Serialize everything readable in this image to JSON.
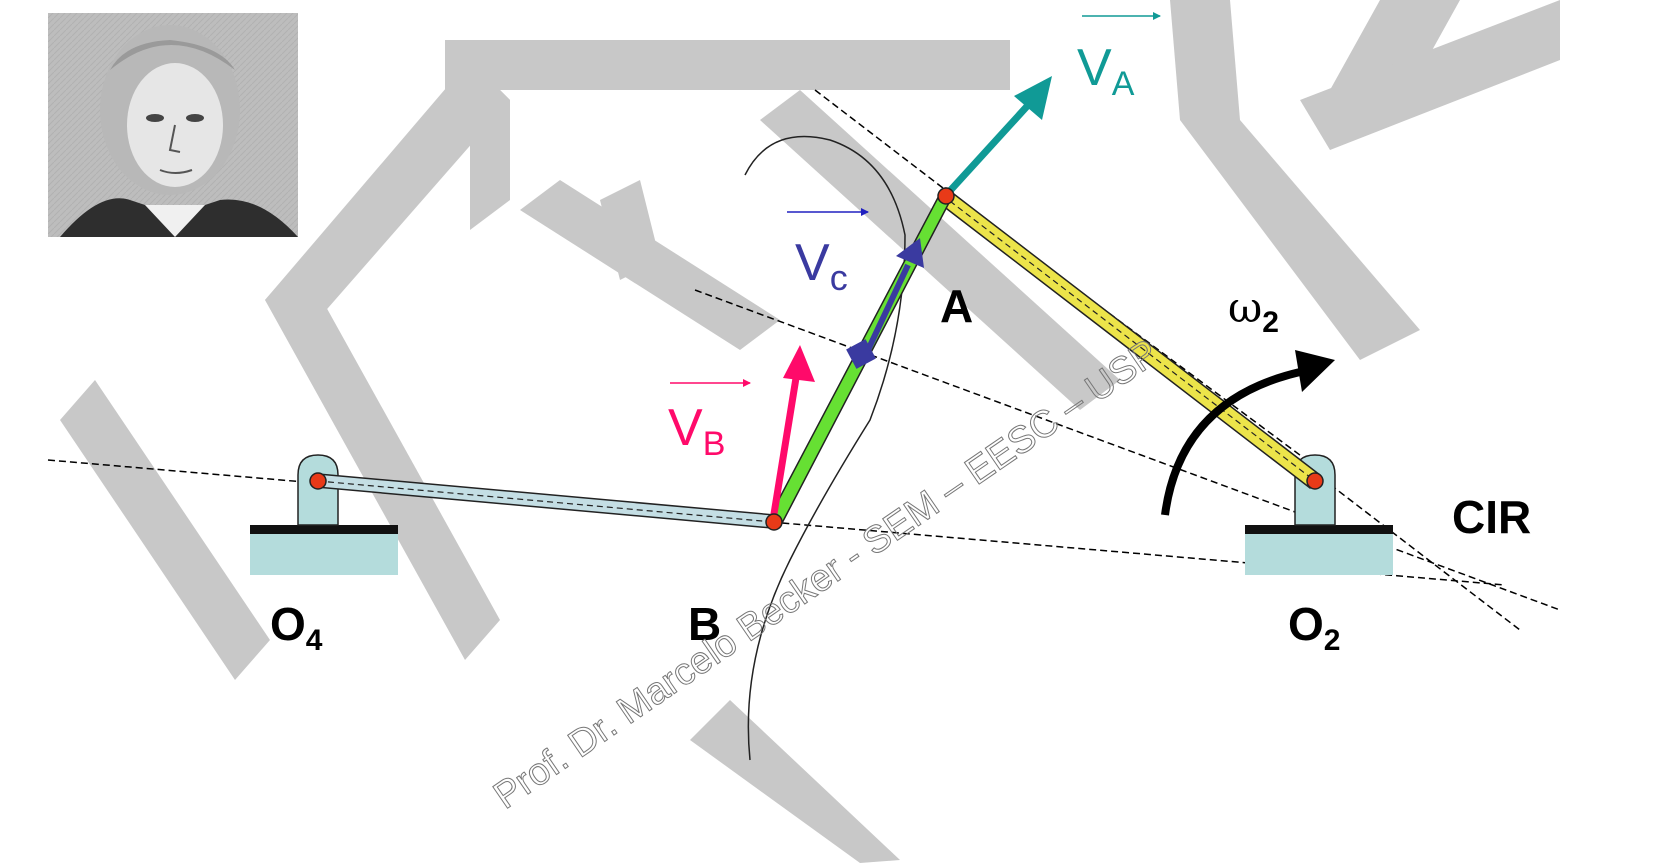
{
  "labels": {
    "point_a": "A",
    "point_b": "B",
    "pivot_o4": "O",
    "pivot_o4_sub": "4",
    "pivot_o2": "O",
    "pivot_o2_sub": "2",
    "cir": "CIR",
    "omega": "ω",
    "omega_sub": "2",
    "va": "V",
    "va_sub": "A",
    "vb": "V",
    "vb_sub": "B",
    "vc": "V",
    "vc_sub": "c"
  },
  "watermark": "Prof. Dr. Marcelo Becker - SEM – EESC – USP",
  "portrait_description_name": "portrait",
  "colors": {
    "va_arrow": "#109a96",
    "vb_arrow": "#ff0a6a",
    "vc_arrow": "#3a3aa0",
    "link_ab": "#66e033",
    "link_ao2": "#ece44a",
    "link_bo4": "#c4dee4",
    "ground": "#b4dcdc",
    "pin": "#e83a18",
    "logo_gray": "#c8c8c8"
  }
}
